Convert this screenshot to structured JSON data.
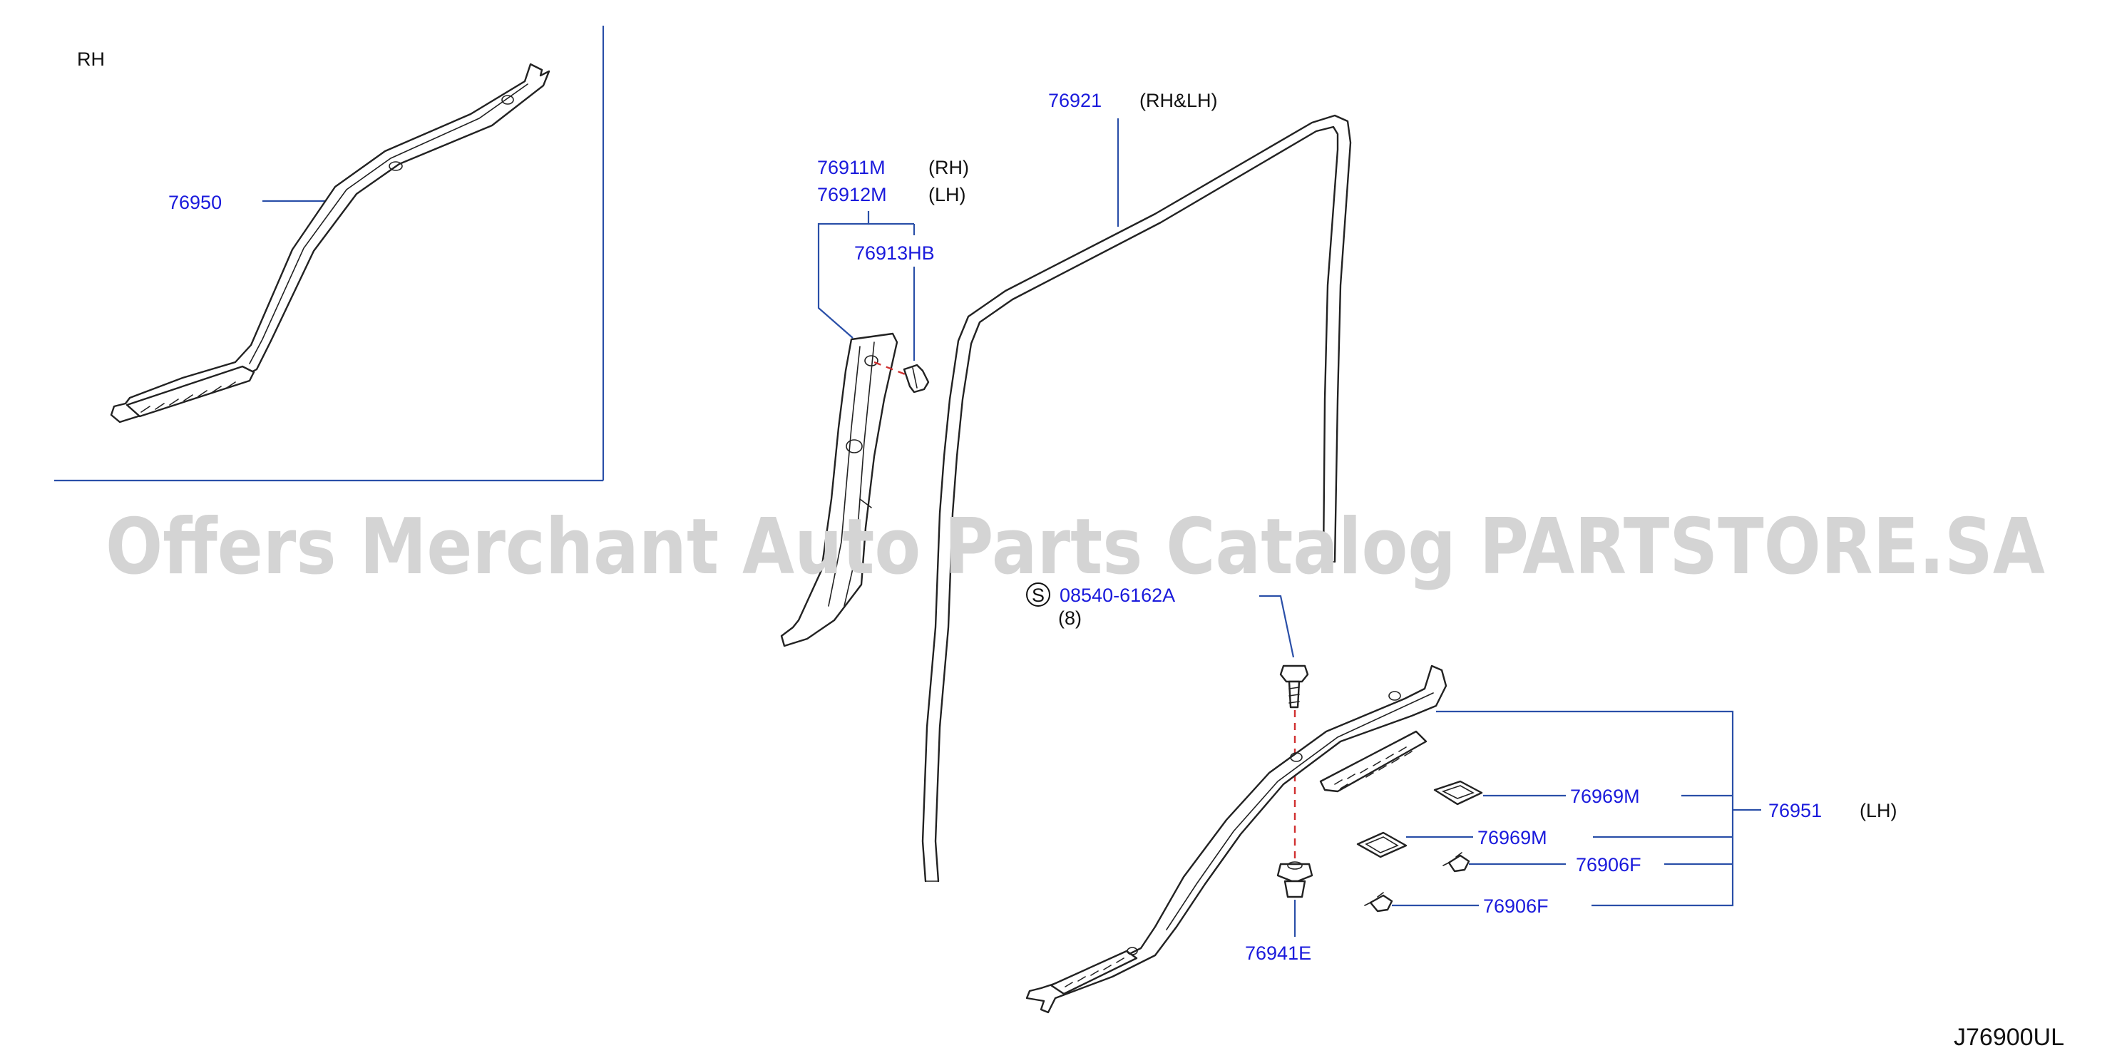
{
  "inset": {
    "side_label": "RH",
    "part_76950": "76950"
  },
  "labels": {
    "p76921": "76921",
    "p76921_note": "(RH&LH)",
    "p76911M": "76911M",
    "p76911M_note": "(RH)",
    "p76912M": "76912M",
    "p76912M_note": "(LH)",
    "p76913HB": "76913HB",
    "screw_symbol": "S",
    "screw_part": "08540-6162A",
    "screw_qty": "(8)",
    "p76969M_a": "76969M",
    "p76969M_b": "76969M",
    "p76906F_a": "76906F",
    "p76906F_b": "76906F",
    "p76951": "76951",
    "p76951_note": "(LH)",
    "p76941E": "76941E"
  },
  "watermark": "Offers Merchant Auto Parts Catalog PARTSTORE.SA",
  "diagram_code": "J76900UL",
  "colors": {
    "label_blue": "#1a1adc",
    "leader_line": "#2a4fa8",
    "dashed_axis": "#d03030",
    "watermark": "#d4d4d4"
  }
}
